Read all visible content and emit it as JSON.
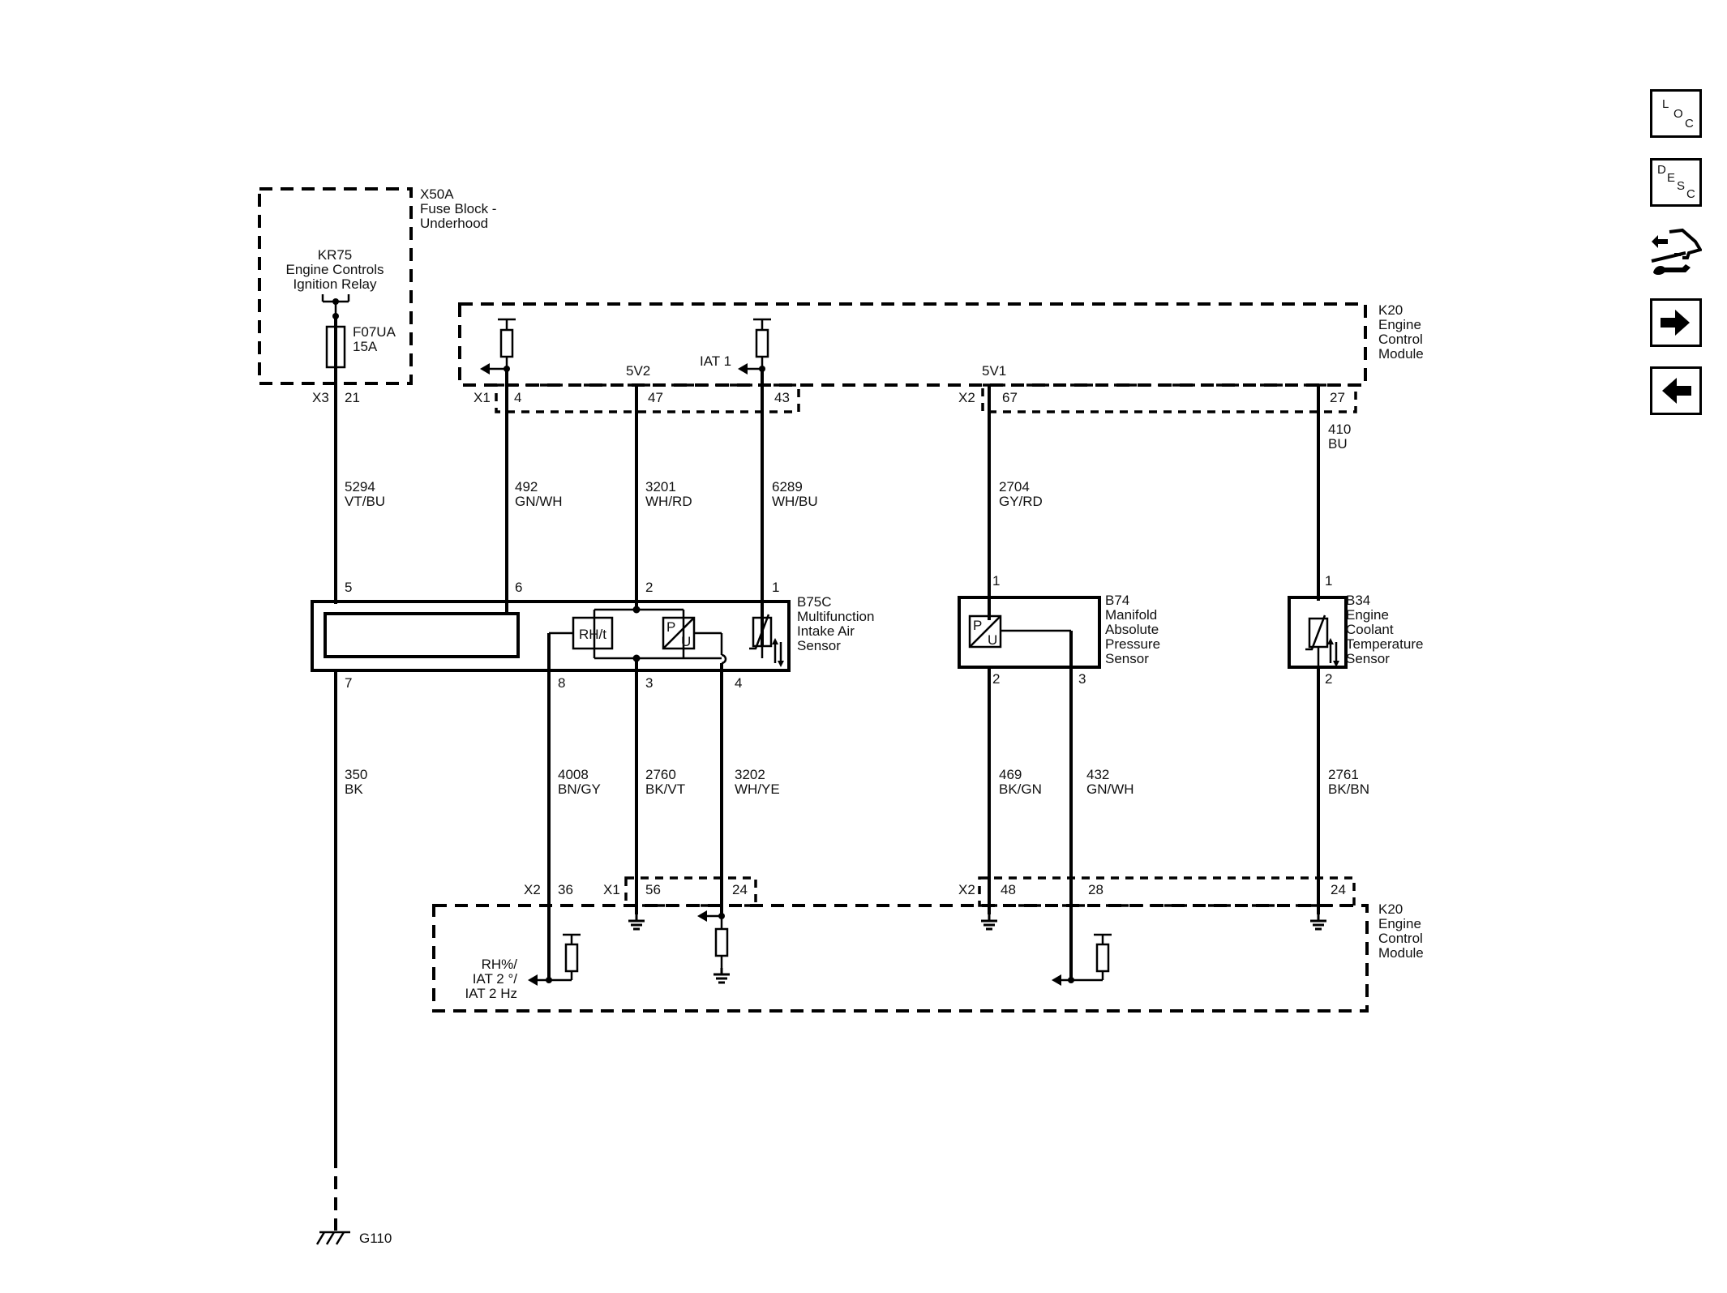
{
  "nav": {
    "loc_letters": [
      "L",
      "O",
      "C"
    ],
    "desc_letters": [
      "D",
      "E",
      "S",
      "C"
    ],
    "icons": [
      "loc-icon",
      "desc-icon",
      "connector-tool-icon",
      "arrow-right-icon",
      "arrow-left-icon"
    ]
  },
  "fuse_block": {
    "id": "X50A",
    "name_line1": "Fuse Block -",
    "name_line2": "Underhood",
    "relay_id": "KR75",
    "relay_line1": "Engine Controls",
    "relay_line2": "Ignition Relay",
    "fuse_id": "F07UA",
    "fuse_rating": "15A",
    "connector": "X3",
    "pin": "21"
  },
  "ecm_top": {
    "id": "K20",
    "name": [
      "Engine",
      "Control",
      "Module"
    ],
    "conn_x1": "X1",
    "conn_x2": "X2",
    "pins": [
      "4",
      "47",
      "43",
      "67",
      "27"
    ],
    "labels": {
      "v5_2": "5V2",
      "iat1": "IAT 1",
      "v5_1": "5V1"
    }
  },
  "ecm_bottom": {
    "id": "K20",
    "name": [
      "Engine",
      "Control",
      "Module"
    ],
    "conn_left_x2": "X2",
    "conn_x1": "X1",
    "conn_right_x2": "X2",
    "pins": [
      "36",
      "56",
      "24",
      "48",
      "28",
      "24"
    ],
    "rh_label": [
      "RH%/",
      "IAT 2 °/",
      "IAT 2 Hz"
    ]
  },
  "wires_top": [
    {
      "circuit": "5294",
      "color": "VT/BU"
    },
    {
      "circuit": "492",
      "color": "GN/WH"
    },
    {
      "circuit": "3201",
      "color": "WH/RD"
    },
    {
      "circuit": "6289",
      "color": "WH/BU"
    },
    {
      "circuit": "2704",
      "color": "GY/RD"
    },
    {
      "circuit": "410",
      "color": "BU"
    }
  ],
  "wires_bottom": [
    {
      "circuit": "350",
      "color": "BK"
    },
    {
      "circuit": "4008",
      "color": "BN/GY"
    },
    {
      "circuit": "2760",
      "color": "BK/VT"
    },
    {
      "circuit": "3202",
      "color": "WH/YE"
    },
    {
      "circuit": "469",
      "color": "BK/GN"
    },
    {
      "circuit": "432",
      "color": "GN/WH"
    },
    {
      "circuit": "2761",
      "color": "BK/BN"
    }
  ],
  "b75c": {
    "id": "B75C",
    "name": [
      "Multifunction",
      "Intake Air",
      "Sensor"
    ],
    "pins_top": [
      "5",
      "6",
      "2",
      "1"
    ],
    "pins_bottom": [
      "7",
      "8",
      "3",
      "4"
    ],
    "rh_element": "RH/t",
    "p_letter": "P",
    "u_letter": "U"
  },
  "b74": {
    "id": "B74",
    "name": [
      "Manifold",
      "Absolute",
      "Pressure",
      "Sensor"
    ],
    "pin_top": "1",
    "pins_bottom": [
      "2",
      "3"
    ],
    "p_letter": "P",
    "u_letter": "U"
  },
  "b34": {
    "id": "B34",
    "name": [
      "Engine",
      "Coolant",
      "Temperature",
      "Sensor"
    ],
    "pin_top": "1",
    "pin_bottom": "2"
  },
  "ground": {
    "id": "G110"
  }
}
